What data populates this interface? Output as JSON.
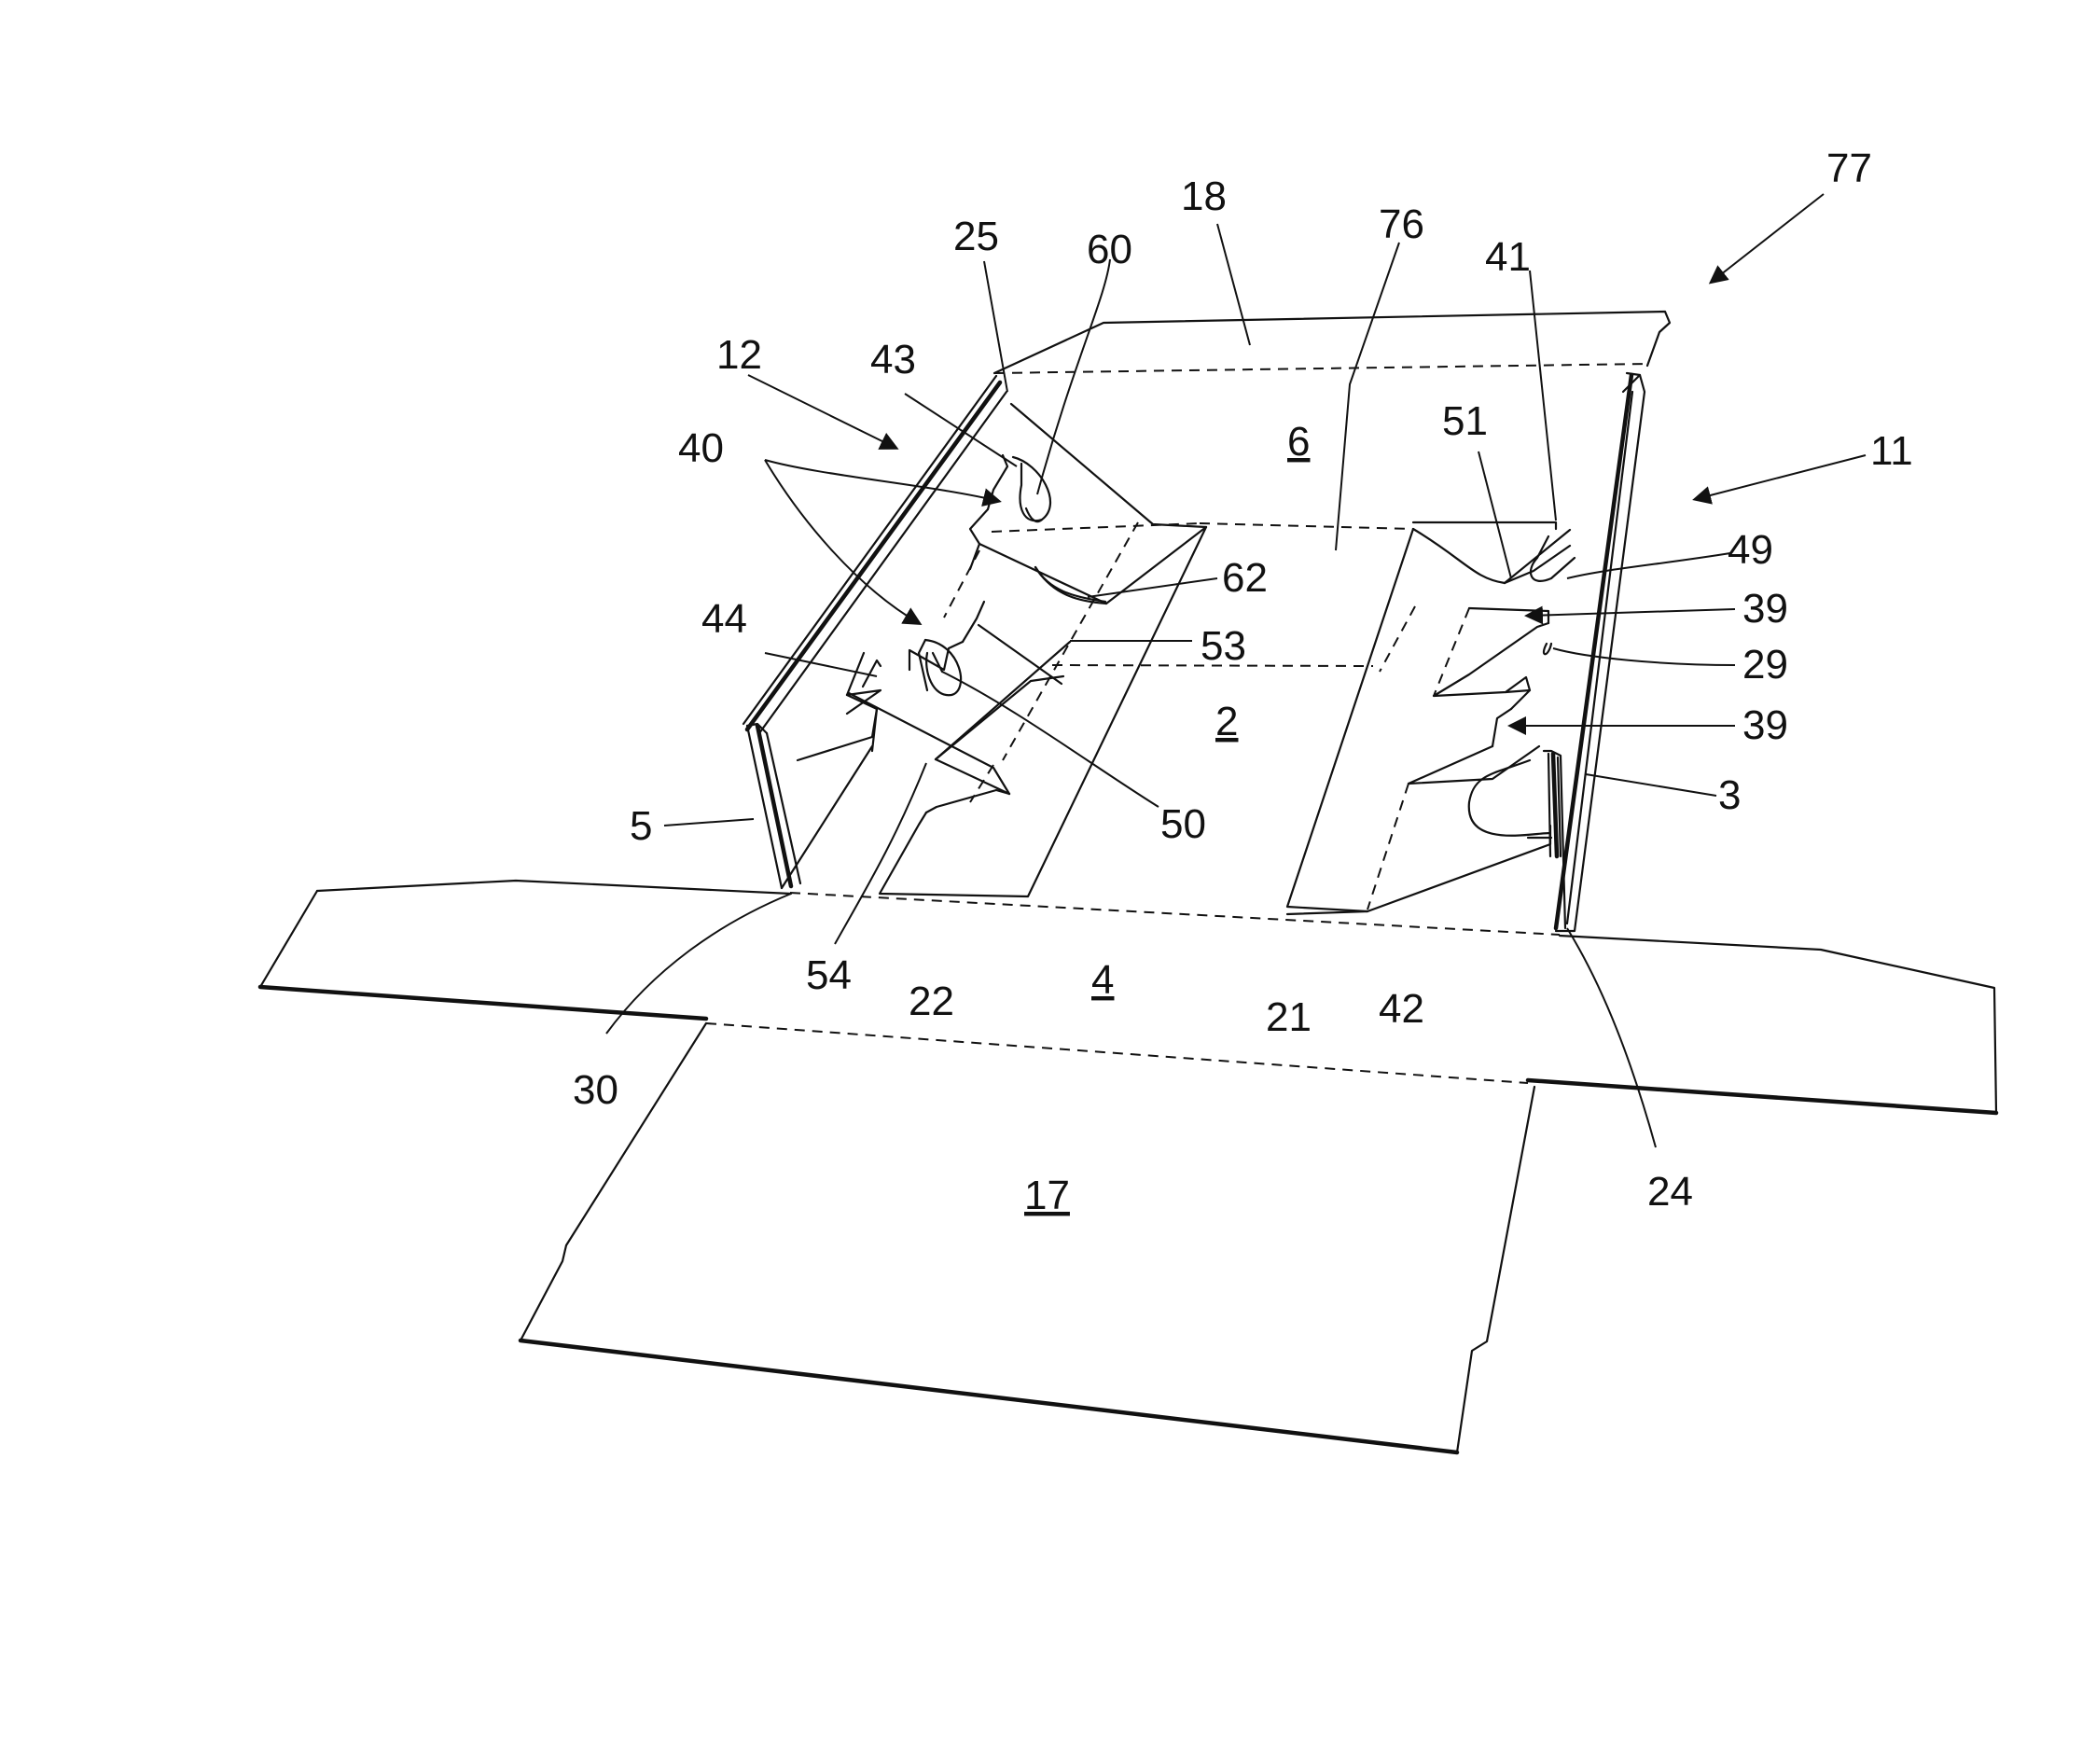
{
  "labels": {
    "ref_77": "77",
    "ref_18": "18",
    "ref_76": "76",
    "ref_41": "41",
    "ref_25": "25",
    "ref_60": "60",
    "ref_12": "12",
    "ref_43": "43",
    "ref_6": "6",
    "ref_51": "51",
    "ref_11": "11",
    "ref_40": "40",
    "ref_49": "49",
    "ref_62": "62",
    "ref_39a": "39",
    "ref_44": "44",
    "ref_53": "53",
    "ref_29": "29",
    "ref_2": "2",
    "ref_39b": "39",
    "ref_5": "5",
    "ref_50": "50",
    "ref_3": "3",
    "ref_54": "54",
    "ref_22": "22",
    "ref_4": "4",
    "ref_21": "21",
    "ref_42": "42",
    "ref_30": "30",
    "ref_24": "24",
    "ref_17": "17"
  }
}
